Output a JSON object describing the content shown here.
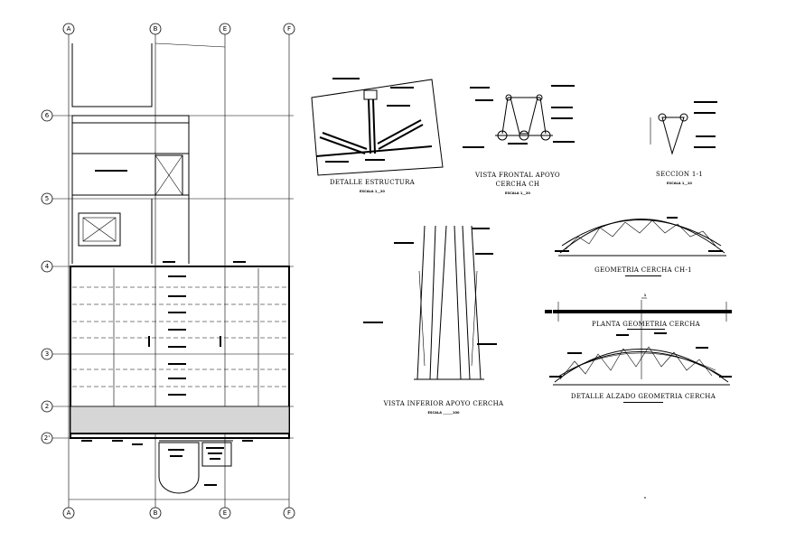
{
  "grid": {
    "columns": [
      "A",
      "B",
      "E",
      "F"
    ],
    "rows": [
      "6",
      "5",
      "4",
      "3",
      "2",
      "2'"
    ]
  },
  "details": [
    {
      "title": "DETALLE ESTRUCTURA",
      "scale": "ESCALA 1__20"
    },
    {
      "title": "VISTA FRONTAL APOYO",
      "title_line2": "CERCHA CH",
      "scale": "ESCALA 1__20"
    },
    {
      "title": "SECCION 1-1",
      "scale": "ESCALA 1__10"
    },
    {
      "title": "VISTA INFERIOR APOYO CERCHA",
      "scale": "ESCALA ______100"
    },
    {
      "title": "GEOMETRIA CERCHA CH-1"
    },
    {
      "title": "PLANTA GEOMETRIA CERCHA"
    },
    {
      "title": "DETALLE ALZADO GEOMETRIA CERCHA"
    }
  ],
  "section_marker": "1"
}
